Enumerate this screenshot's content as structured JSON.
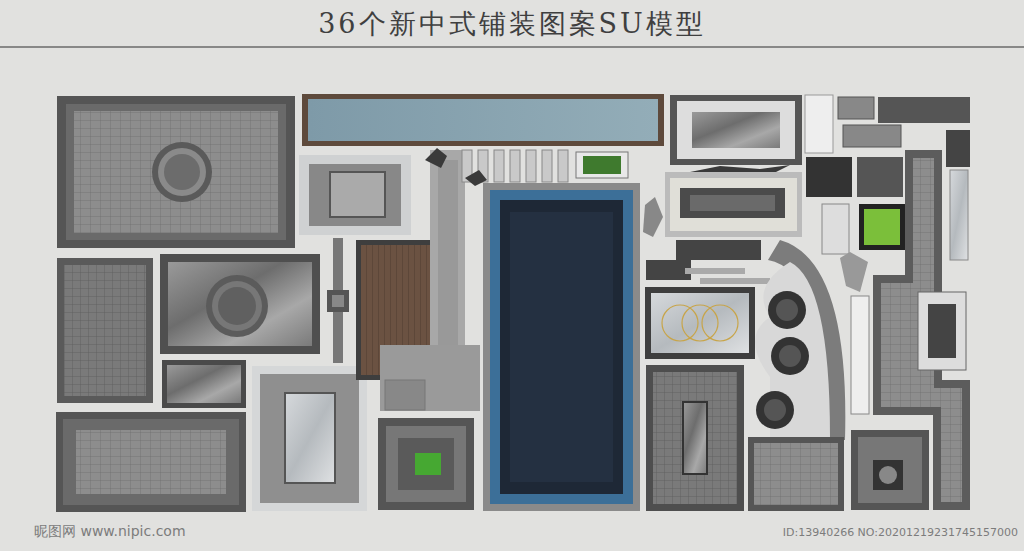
{
  "diagram": {
    "title": "36个新中式铺装图案SU模型",
    "labels": [
      "昵图网 www.nipic.com",
      "ID:13940266 NO:20201219231745157000"
    ]
  }
}
